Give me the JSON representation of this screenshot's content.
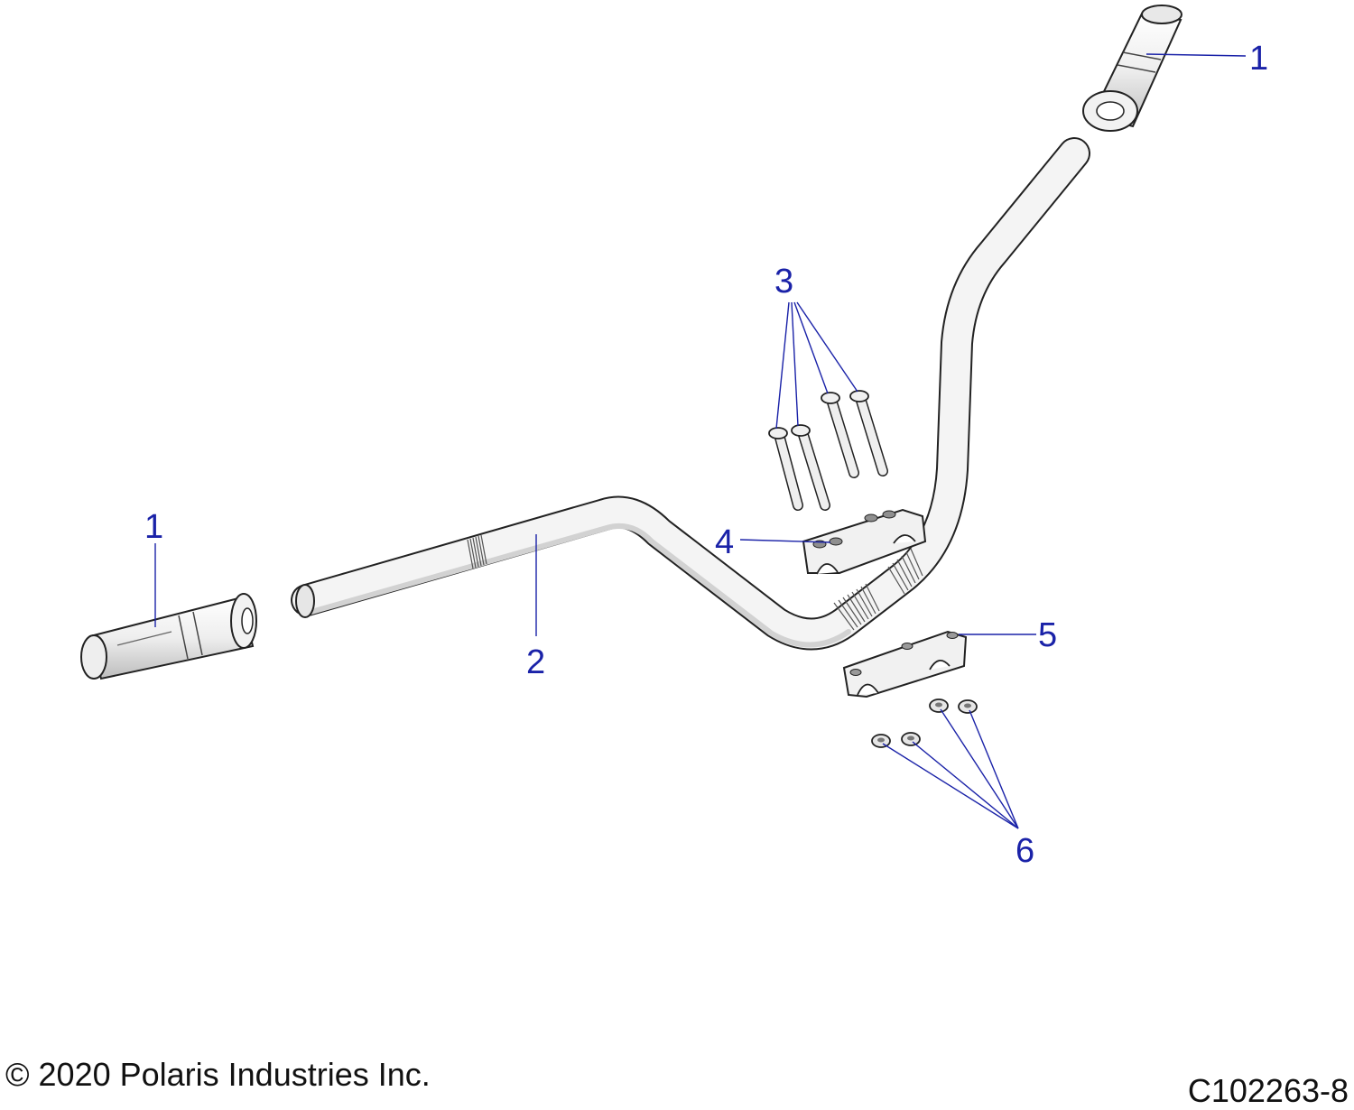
{
  "diagram": {
    "callouts": [
      {
        "id": "grip-right",
        "label": "1"
      },
      {
        "id": "grip-left",
        "label": "1"
      },
      {
        "id": "handlebar",
        "label": "2"
      },
      {
        "id": "bolts",
        "label": "3"
      },
      {
        "id": "upper-clamp",
        "label": "4"
      },
      {
        "id": "lower-clamp",
        "label": "5"
      },
      {
        "id": "nuts",
        "label": "6"
      }
    ]
  },
  "footer": {
    "copyright": "© 2020 Polaris Industries Inc.",
    "figure_id": "C102263-8"
  },
  "colors": {
    "part_fill": "#f3f3f3",
    "part_outline": "#222222",
    "callout": "#1a22a8"
  }
}
